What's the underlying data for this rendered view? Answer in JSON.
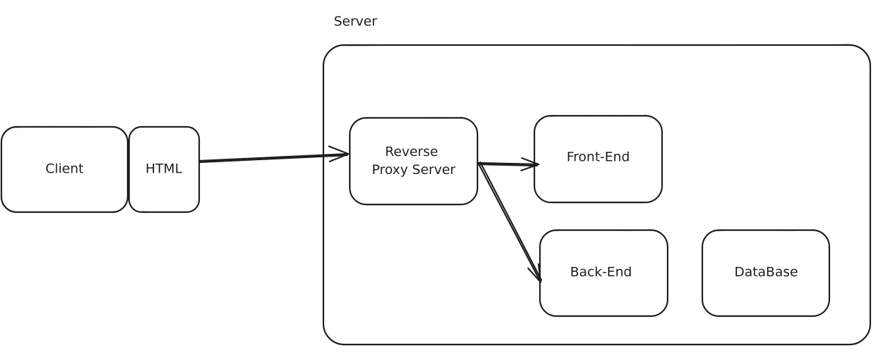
{
  "server_container": {
    "title": "Server"
  },
  "nodes": {
    "client": "Client",
    "html": "HTML",
    "reverse_proxy": [
      "Reverse",
      "Proxy Server"
    ],
    "front_end": "Front-End",
    "back_end": "Back-End",
    "database": "DataBase"
  },
  "colors": {
    "stroke": "#1e1e1e",
    "background": "#ffffff"
  }
}
